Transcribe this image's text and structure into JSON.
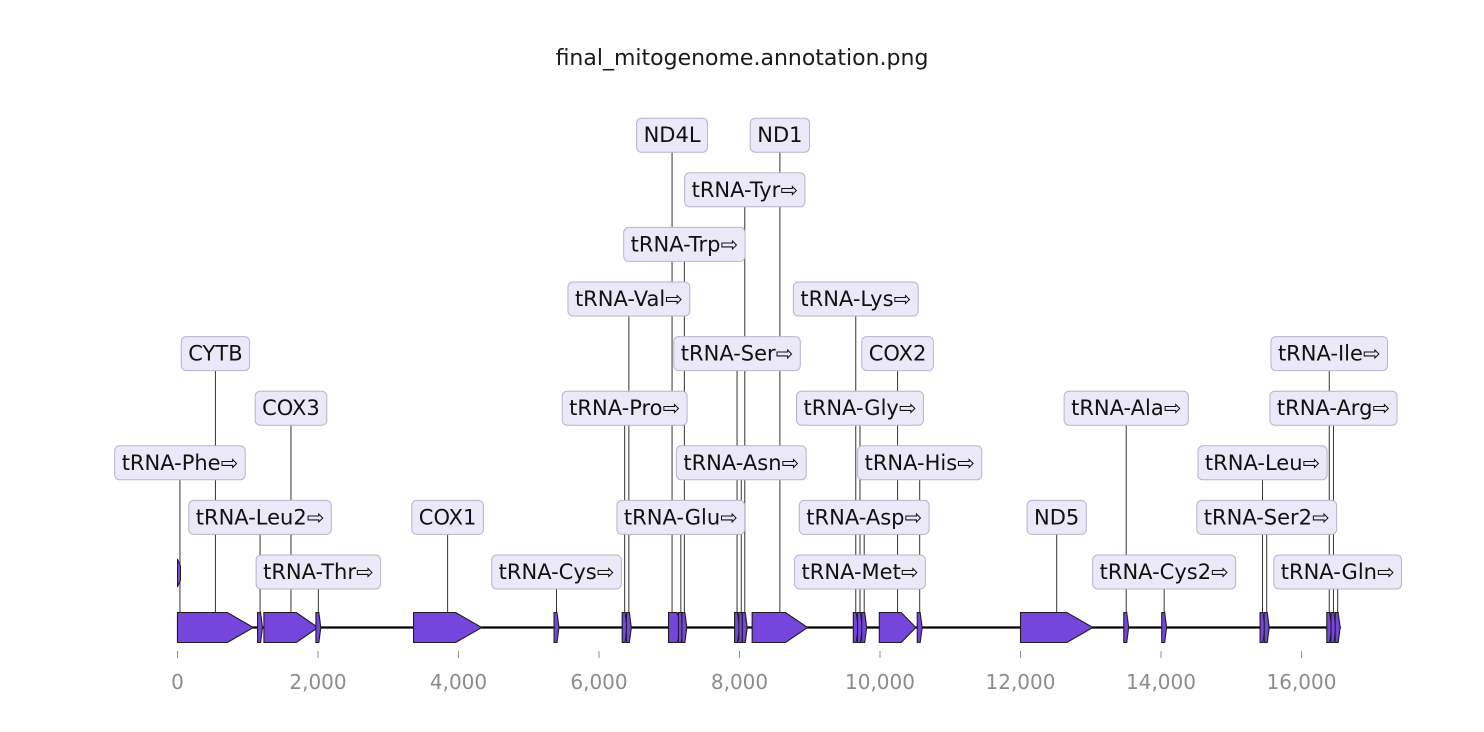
{
  "title": "final_mitogenome.annotation.png",
  "colors": {
    "feature_fill": "#7645dc",
    "feature_stroke": "#1e1e1e",
    "label_fill": "#ebe8f8",
    "label_stroke": "#b8b3cc",
    "axis_text": "#8c8c8c",
    "backbone": "#000000"
  },
  "axis": {
    "range": [
      0,
      16600
    ],
    "ticks": [
      0,
      2000,
      4000,
      6000,
      8000,
      10000,
      12000,
      14000,
      16000
    ],
    "tick_labels": [
      "0",
      "2,000",
      "4,000",
      "6,000",
      "8,000",
      "10,000",
      "12,000",
      "14,000",
      "16,000"
    ]
  },
  "features": [
    {
      "start": 0,
      "end": 70,
      "strand": 1
    },
    {
      "start": 0,
      "end": 1080,
      "strand": 1
    },
    {
      "start": 1140,
      "end": 1210,
      "strand": 1
    },
    {
      "start": 1230,
      "end": 2000,
      "strand": 1
    },
    {
      "start": 1970,
      "end": 2040,
      "strand": 1
    },
    {
      "start": 3360,
      "end": 4330,
      "strand": 1
    },
    {
      "start": 5360,
      "end": 5430,
      "strand": 1
    },
    {
      "start": 6330,
      "end": 6400,
      "strand": 1
    },
    {
      "start": 6390,
      "end": 6460,
      "strand": 1
    },
    {
      "start": 6990,
      "end": 7190,
      "strand": 1
    },
    {
      "start": 7130,
      "end": 7200,
      "strand": 1
    },
    {
      "start": 7180,
      "end": 7250,
      "strand": 1
    },
    {
      "start": 7930,
      "end": 8000,
      "strand": 1
    },
    {
      "start": 7990,
      "end": 8060,
      "strand": 1
    },
    {
      "start": 8040,
      "end": 8110,
      "strand": 1
    },
    {
      "start": 8180,
      "end": 8970,
      "strand": 1
    },
    {
      "start": 9620,
      "end": 9690,
      "strand": 1
    },
    {
      "start": 9680,
      "end": 9750,
      "strand": 1
    },
    {
      "start": 9740,
      "end": 9810,
      "strand": 1
    },
    {
      "start": 9990,
      "end": 10510,
      "strand": 1
    },
    {
      "start": 10530,
      "end": 10600,
      "strand": 1
    },
    {
      "start": 12000,
      "end": 13030,
      "strand": 1
    },
    {
      "start": 13470,
      "end": 13540,
      "strand": 1
    },
    {
      "start": 14010,
      "end": 14080,
      "strand": 1
    },
    {
      "start": 15410,
      "end": 15480,
      "strand": 1
    },
    {
      "start": 15470,
      "end": 15540,
      "strand": 1
    },
    {
      "start": 16360,
      "end": 16430,
      "strand": 1
    },
    {
      "start": 16420,
      "end": 16490,
      "strand": 1
    },
    {
      "start": 16480,
      "end": 16550,
      "strand": 1
    }
  ],
  "labels": [
    {
      "text": "tRNA-Phe⇨",
      "pos": 35,
      "level": 3
    },
    {
      "text": "CYTB",
      "pos": 540,
      "level": 5
    },
    {
      "text": "tRNA-Leu2⇨",
      "pos": 1175,
      "level": 2
    },
    {
      "text": "COX3",
      "pos": 1615,
      "level": 4
    },
    {
      "text": "tRNA-Thr⇨",
      "pos": 2005,
      "level": 1
    },
    {
      "text": "COX1",
      "pos": 3845,
      "level": 2
    },
    {
      "text": "tRNA-Cys⇨",
      "pos": 5395,
      "level": 1
    },
    {
      "text": "tRNA-Pro⇨",
      "pos": 6365,
      "level": 4
    },
    {
      "text": "tRNA-Val⇨",
      "pos": 6425,
      "level": 6
    },
    {
      "text": "ND4L",
      "pos": 7040,
      "level": 9
    },
    {
      "text": "tRNA-Glu⇨",
      "pos": 7165,
      "level": 2
    },
    {
      "text": "tRNA-Trp⇨",
      "pos": 7215,
      "level": 7
    },
    {
      "text": "tRNA-Ser⇨",
      "pos": 7965,
      "level": 5
    },
    {
      "text": "tRNA-Asn⇨",
      "pos": 8025,
      "level": 3
    },
    {
      "text": "tRNA-Tyr⇨",
      "pos": 8075,
      "level": 8
    },
    {
      "text": "ND1",
      "pos": 8575,
      "level": 9
    },
    {
      "text": "tRNA-Lys⇨",
      "pos": 9655,
      "level": 6
    },
    {
      "text": "tRNA-Gly⇨",
      "pos": 9715,
      "level": 4
    },
    {
      "text": "tRNA-Met⇨",
      "pos": 9715,
      "level": 1
    },
    {
      "text": "tRNA-Asp⇨",
      "pos": 9775,
      "level": 2
    },
    {
      "text": "COX2",
      "pos": 10250,
      "level": 5
    },
    {
      "text": "tRNA-His⇨",
      "pos": 10565,
      "level": 3
    },
    {
      "text": "ND5",
      "pos": 12515,
      "level": 2
    },
    {
      "text": "tRNA-Ala⇨",
      "pos": 13505,
      "level": 4
    },
    {
      "text": "tRNA-Cys2⇨",
      "pos": 14045,
      "level": 1
    },
    {
      "text": "tRNA-Leu⇨",
      "pos": 15445,
      "level": 3
    },
    {
      "text": "tRNA-Ser2⇨",
      "pos": 15505,
      "level": 2
    },
    {
      "text": "tRNA-Ile⇨",
      "pos": 16395,
      "level": 5
    },
    {
      "text": "tRNA-Arg⇨",
      "pos": 16455,
      "level": 4
    },
    {
      "text": "tRNA-Gln⇨",
      "pos": 16515,
      "level": 1
    }
  ]
}
